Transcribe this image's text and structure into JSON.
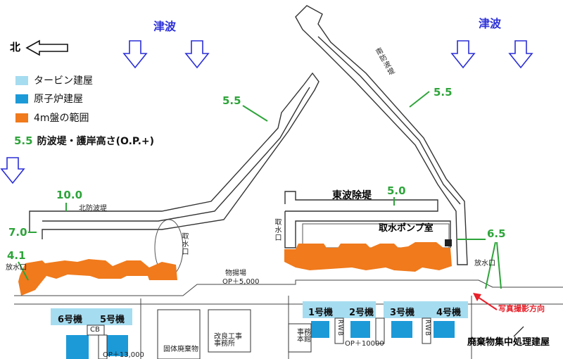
{
  "north": {
    "label": "北"
  },
  "tsunami": {
    "left": "津波",
    "right": "津波"
  },
  "legend": [
    {
      "label": "タービン建屋",
      "color": "#a6dcf0"
    },
    {
      "label": "原子炉建屋",
      "color": "#1c9ad8"
    },
    {
      "label": "4m盤の範囲",
      "color": "#f07a1c"
    }
  ],
  "legend_height": {
    "value": "5.5",
    "label": "防波堤・護岸高さ(O.P.+)"
  },
  "heights": {
    "north_breakwater": "5.5",
    "south_breakwater": "5.5",
    "north_wall": "10.0",
    "east_wall": "5.0",
    "left_wall": "7.0",
    "outlet": "4.1",
    "right_wall": "6.5"
  },
  "labels": {
    "east_breakwater": "東波除堤",
    "intake_pump": "取水ポンプ室",
    "north_wave_breaker": "北防波堤",
    "south_breakwater_text": "南防波堤",
    "intake_left": "取水口",
    "intake_mid": "取水口",
    "outlet_left": "放水口",
    "outlet_right": "放水口",
    "cargo_yard": "物揚場",
    "op_5000": "OP＋5,000",
    "op_10000": "OP＋10000",
    "op_13000": "OP＋13,000",
    "photo_dir": "写真撮影方向",
    "waste_building": "廃棄物集中処理建屋",
    "remodel": "改良工事事務所",
    "waste_storage": "固体廃棄物",
    "office": "事務本館",
    "cb": "CB",
    "rwb1": "RWB",
    "rwb2": "RWB"
  },
  "units": [
    "6号機",
    "5号機",
    "1号機",
    "2号機",
    "3号機",
    "4号機"
  ],
  "colors": {
    "turbine": "#a6dcf0",
    "reactor": "#1c9ad8",
    "area4m": "#f07a1c",
    "green": "#2ea43a",
    "arrow": "#2b2fd6",
    "photo": "#e8202a"
  }
}
